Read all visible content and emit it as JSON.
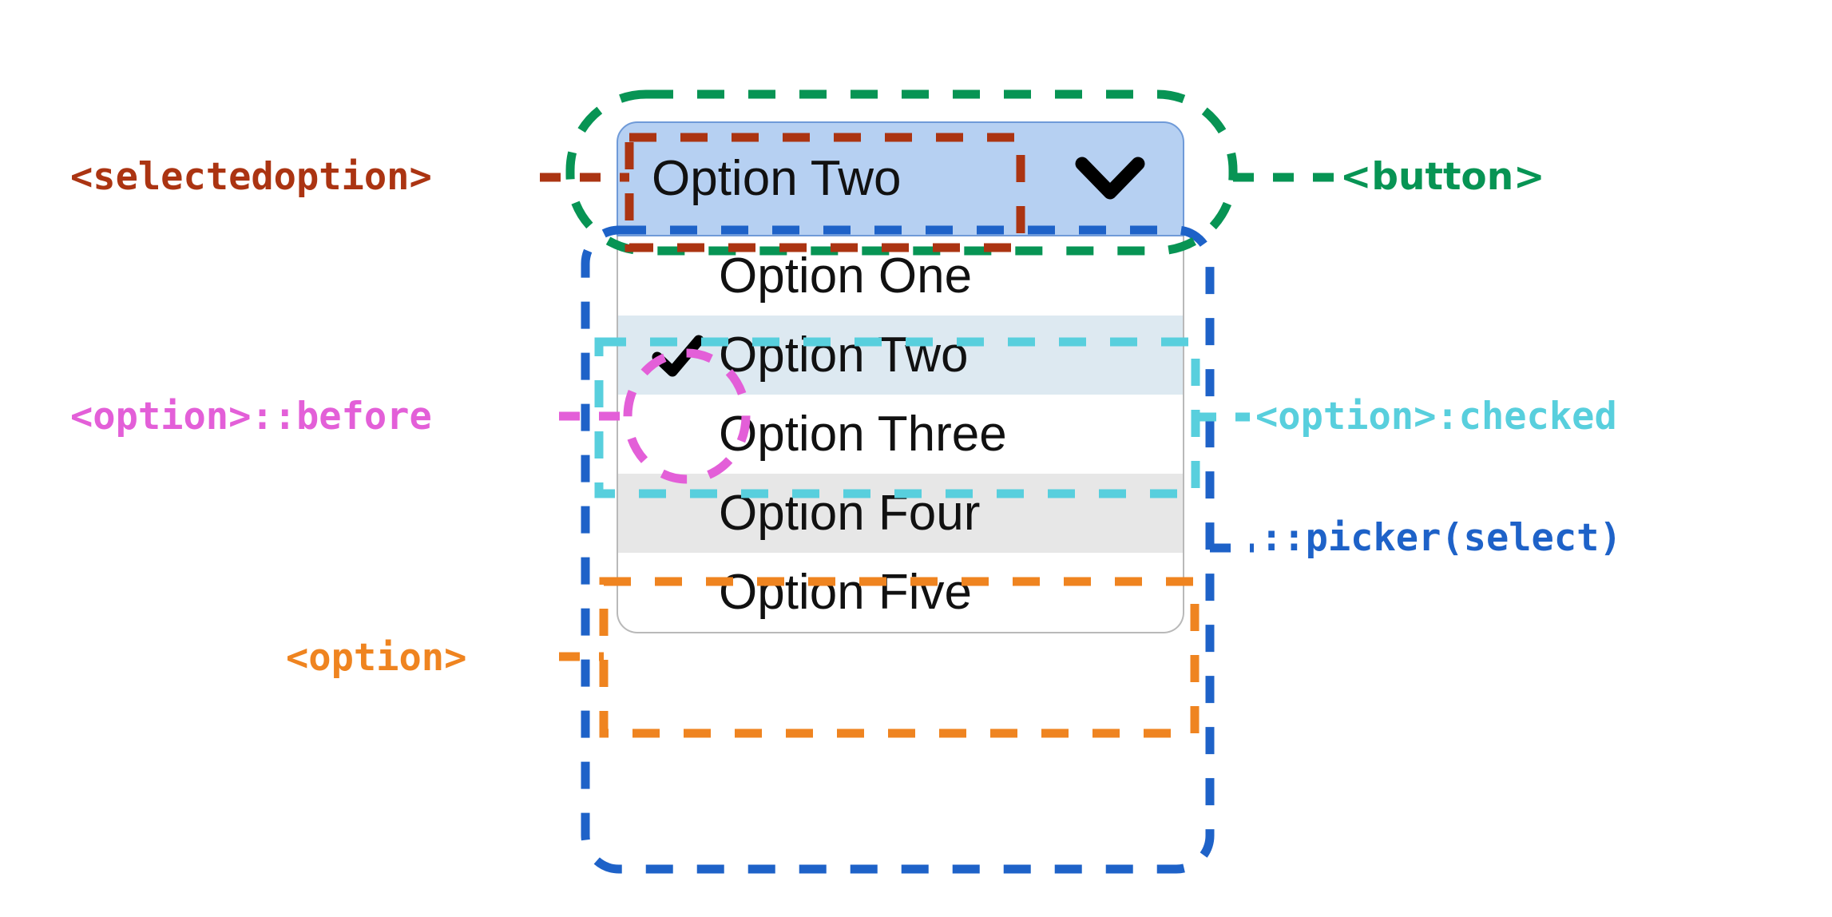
{
  "select": {
    "button": {
      "selected_value": "Option Two",
      "chevron_icon": "chevron-down-icon",
      "background_color": "#b6d0f2",
      "border_color": "#6f9ad8"
    },
    "picker": {
      "background_color": "#ffffff",
      "border_color": "#b9b9b9",
      "options": [
        {
          "label": "Option One",
          "checked": false,
          "hovered": false,
          "background_color": "#ffffff"
        },
        {
          "label": "Option Two",
          "checked": true,
          "hovered": false,
          "background_color": "#dde9f1",
          "check_icon": "checkmark-icon"
        },
        {
          "label": "Option Three",
          "checked": false,
          "hovered": false,
          "background_color": "#ffffff"
        },
        {
          "label": "Option Four",
          "checked": false,
          "hovered": true,
          "background_color": "#e7e7e7"
        },
        {
          "label": "Option Five",
          "checked": false,
          "hovered": false,
          "background_color": "#ffffff"
        }
      ]
    }
  },
  "annotations": [
    {
      "id": "selectedoption",
      "label": "<selectedoption>",
      "color": "#ab3412",
      "side": "left"
    },
    {
      "id": "button",
      "label": "<button>",
      "color": "#079454",
      "side": "right"
    },
    {
      "id": "option-before",
      "label": "<option>::before",
      "color": "#e35fd8",
      "side": "left"
    },
    {
      "id": "option-checked",
      "label": "<option>:checked",
      "color": "#58cfdd",
      "side": "right"
    },
    {
      "id": "picker",
      "label": "::picker(select)",
      "color": "#1e62c8",
      "side": "right"
    },
    {
      "id": "option",
      "label": "<option>",
      "color": "#ef8420",
      "side": "left"
    }
  ]
}
